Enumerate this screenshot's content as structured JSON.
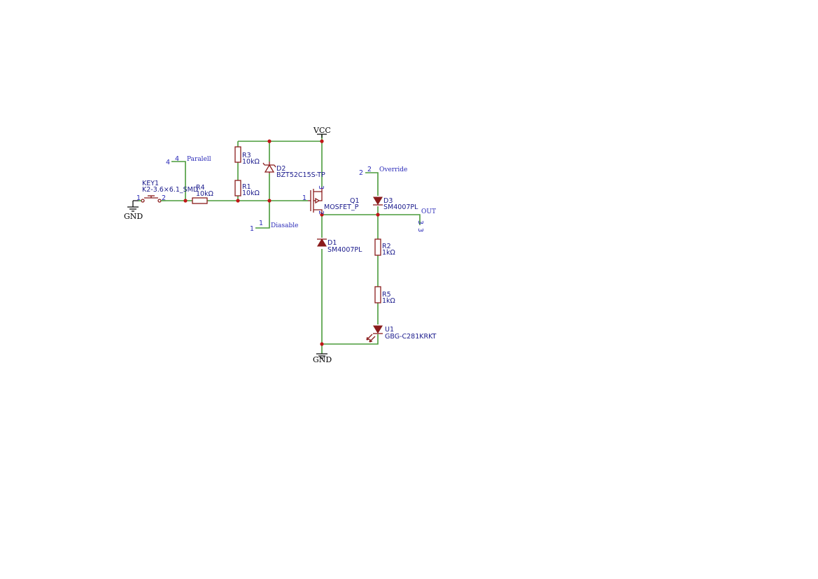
{
  "power": {
    "vcc": "VCC",
    "gnd": "GND"
  },
  "components": {
    "key1": {
      "ref": "KEY1",
      "value": "K2-3.6×6.1_SMD",
      "pin1": "1",
      "pin2": "2"
    },
    "r4": {
      "ref": "R4",
      "value": "10kΩ"
    },
    "r3": {
      "ref": "R3",
      "value": "10kΩ"
    },
    "r1": {
      "ref": "R1",
      "value": "10kΩ"
    },
    "d2": {
      "ref": "D2",
      "value": "BZT52C15S-TP"
    },
    "q1": {
      "ref": "Q1",
      "value": "MOSFET_P",
      "pin_gate": "1",
      "pin_source": "3",
      "pin_drain": "2"
    },
    "d1": {
      "ref": "D1",
      "value": "SM4007PL"
    },
    "d3": {
      "ref": "D3",
      "value": "SM4007PL"
    },
    "r2": {
      "ref": "R2",
      "value": "1kΩ"
    },
    "r5": {
      "ref": "R5",
      "value": "1kΩ"
    },
    "u1": {
      "ref": "U1",
      "value": "GBG-C281KRKT"
    }
  },
  "ports": {
    "paralell": {
      "label": "Paralell",
      "pin": "4",
      "outer_pin": "4"
    },
    "diasable": {
      "label": "Diasable",
      "pin": "1",
      "outer_pin": "1"
    },
    "override": {
      "label": "Override",
      "pin": "2",
      "outer_pin": "2"
    },
    "out": {
      "label": "OUT",
      "pin": "3",
      "outer_pin": "3"
    }
  },
  "colors": {
    "wire": "#4a9b3a",
    "symbol": "#8a1b1b",
    "junction": "#c01818",
    "label": "#1a1a8c",
    "pin_number": "#2a2ab8"
  }
}
